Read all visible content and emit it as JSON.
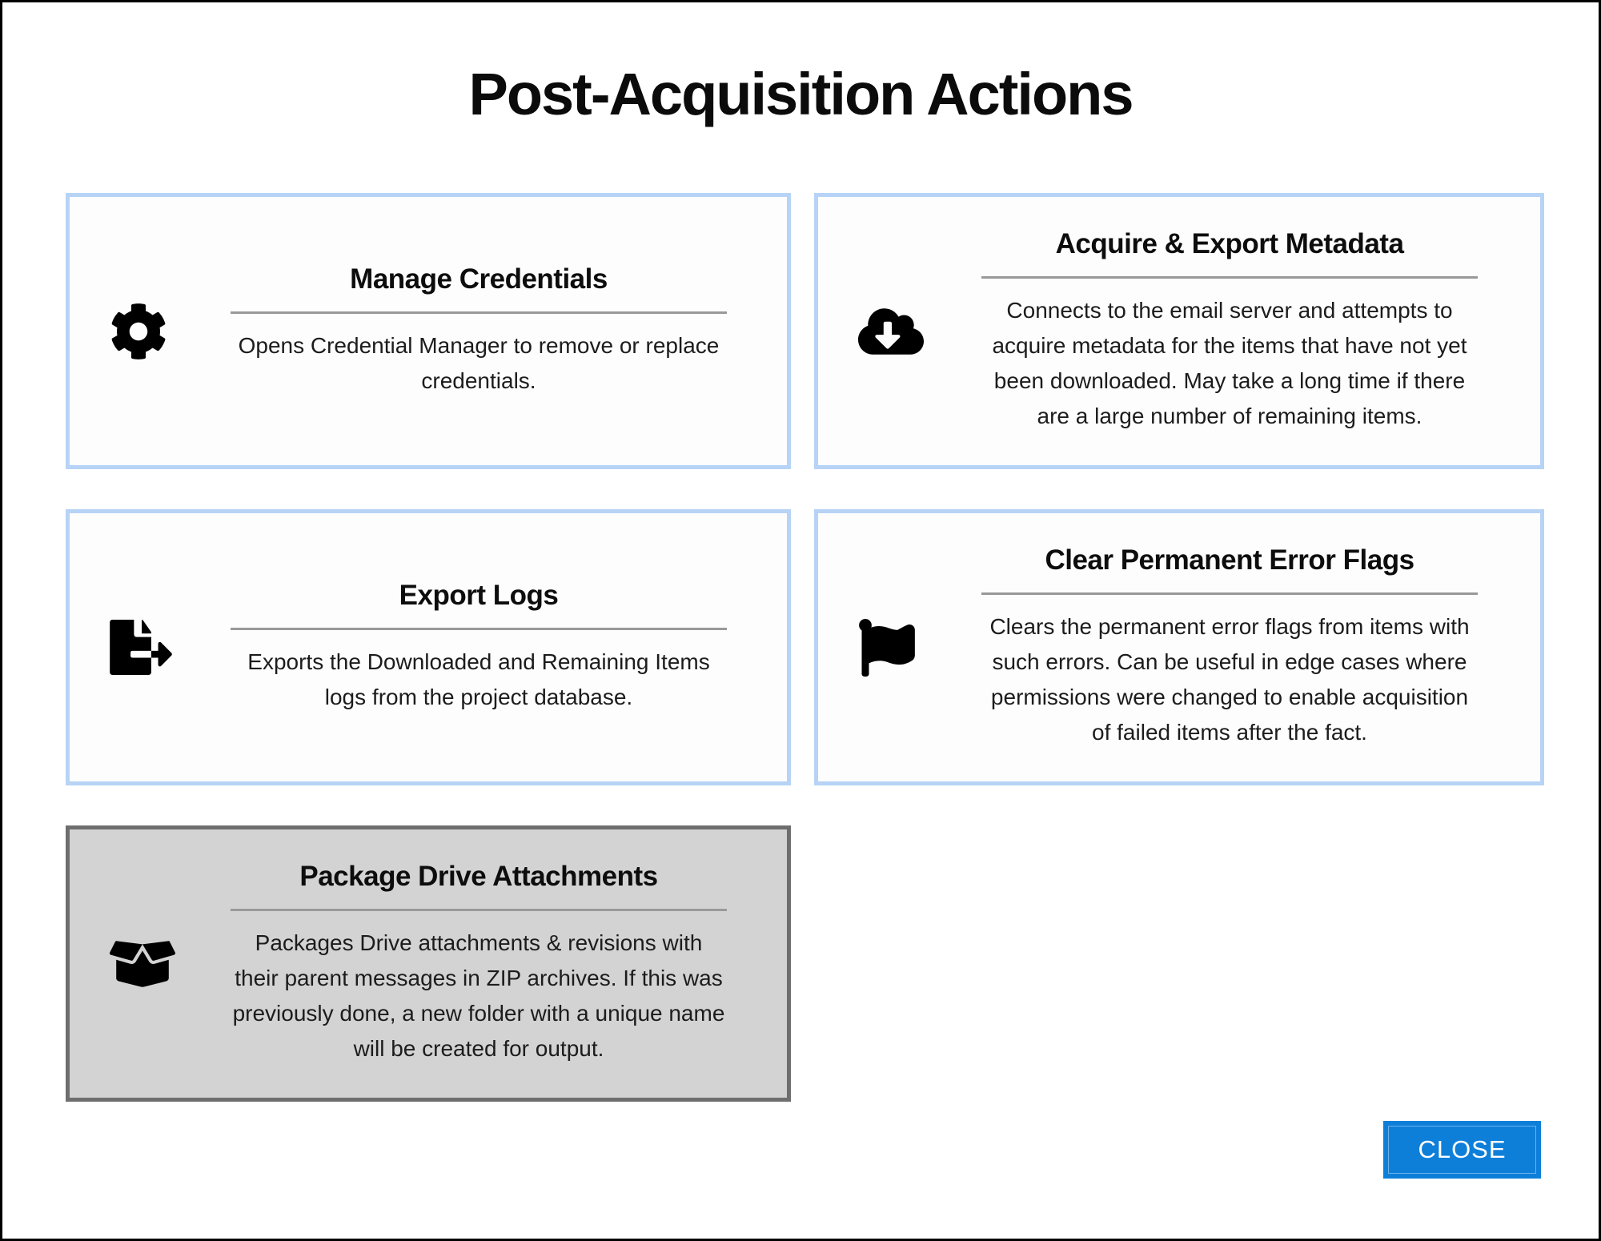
{
  "window": {
    "title": "Post-Acquisition Actions"
  },
  "colors": {
    "card_border": "#b7d3f6",
    "card_bg": "#fdfdfe",
    "disabled_bg": "#d3d3d3",
    "disabled_border": "#6e6e6e",
    "divider": "#999999",
    "accent_blue": "#0e7fd9",
    "text": "#111111"
  },
  "cards": [
    {
      "id": "manage-credentials",
      "icon": "gear-icon",
      "title": "Manage Credentials",
      "description": "Opens Credential Manager to remove or replace\ncredentials.",
      "state": "normal"
    },
    {
      "id": "acquire-export-metadata",
      "icon": "cloud-download-icon",
      "title": "Acquire & Export Metadata",
      "description": "Connects to the email server and attempts to\nacquire metadata for the items that have not yet\nbeen downloaded. May take a long time if there\nare a large number of remaining items.",
      "state": "normal"
    },
    {
      "id": "export-logs",
      "icon": "file-export-icon",
      "title": "Export Logs",
      "description": "Exports the Downloaded and Remaining Items\nlogs from the project database.",
      "state": "normal"
    },
    {
      "id": "clear-permanent-error-flags",
      "icon": "flag-icon",
      "title": "Clear Permanent Error Flags",
      "description": "Clears the permanent error flags from items with\nsuch errors. Can be useful in edge cases where\npermissions were changed to enable acquisition\nof failed items after the fact.",
      "state": "normal"
    },
    {
      "id": "package-drive-attachments",
      "icon": "box-open-icon",
      "title": "Package Drive Attachments",
      "description": "Packages Drive attachments & revisions with\ntheir parent messages in ZIP archives. If this was\npreviously done, a new folder with a unique name\nwill be created for output.",
      "state": "highlighted"
    }
  ],
  "footer": {
    "close_label": "CLOSE"
  }
}
